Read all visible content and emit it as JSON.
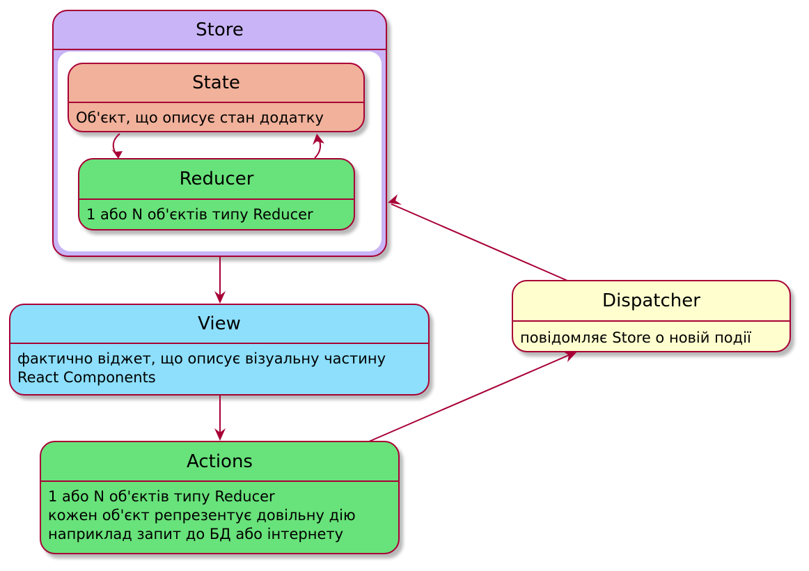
{
  "nodes": {
    "store": {
      "title": "Store"
    },
    "state": {
      "title": "State",
      "lines": [
        "Об'єкт, що описує стан додатку"
      ]
    },
    "reducer": {
      "title": "Reducer",
      "lines": [
        "1 або N об'єктів типу Reducer"
      ]
    },
    "view": {
      "title": "View",
      "lines": [
        "фактично віджет, що описує візуальну частину",
        "React Components"
      ]
    },
    "actions": {
      "title": "Actions",
      "lines": [
        "1 або N об'єктів типу Reducer",
        "кожен об'єкт репрезентує довільну дію",
        "наприклад запит до БД або інтернету"
      ]
    },
    "dispatcher": {
      "title": "Dispatcher",
      "lines": [
        "повідомляє Store о новій події"
      ]
    }
  },
  "edges": [
    {
      "from": "state",
      "to": "reducer"
    },
    {
      "from": "reducer",
      "to": "state"
    },
    {
      "from": "store",
      "to": "view"
    },
    {
      "from": "view",
      "to": "actions"
    },
    {
      "from": "actions",
      "to": "dispatcher"
    },
    {
      "from": "dispatcher",
      "to": "store"
    }
  ],
  "colors": {
    "border": "#a80036",
    "store": "#c8b4f6",
    "state": "#f1b19a",
    "reducer": "#68e27a",
    "view": "#8ddffc",
    "actions": "#68e27a",
    "dispatcher": "#fefece"
  }
}
